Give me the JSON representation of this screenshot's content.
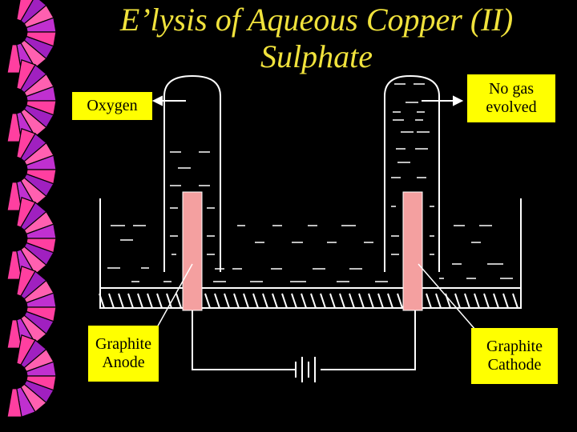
{
  "title": "E’lysis of Aqueous Copper (II) Sulphate",
  "labels": {
    "oxygen": "Oxygen",
    "no_gas": "No gas evolved",
    "anode": "Graphite Anode",
    "cathode": "Graphite Cathode"
  },
  "colors": {
    "background": "#000000",
    "title": "#f0e23c",
    "label_bg": "#ffff00",
    "electrode": "#f4a0a0",
    "lines": "#ffffff"
  }
}
